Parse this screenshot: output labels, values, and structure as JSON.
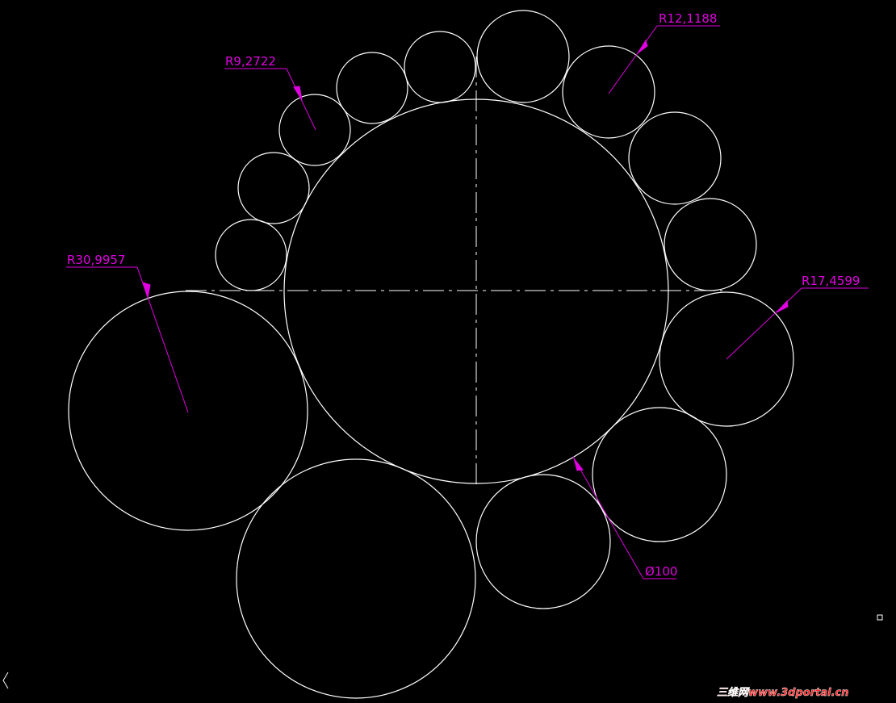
{
  "colors": {
    "background": "#000000",
    "geometry": "#ffffff",
    "dimension": "#e000e0",
    "watermark_fill": "#ff2a2a",
    "watermark_stroke": "#ffffff"
  },
  "dimensions": {
    "big_left_radius": "R30,9957",
    "small_top_left_radius": "R9,2722",
    "top_right_radius": "R12,1188",
    "right_radius": "R17,4599",
    "center_diameter": "Ø100"
  },
  "watermark": {
    "text": "三维网www.3dportal.cn"
  },
  "icons": {
    "ucs_icon": "ucs-corner-icon",
    "grip": "grip-square-icon"
  }
}
